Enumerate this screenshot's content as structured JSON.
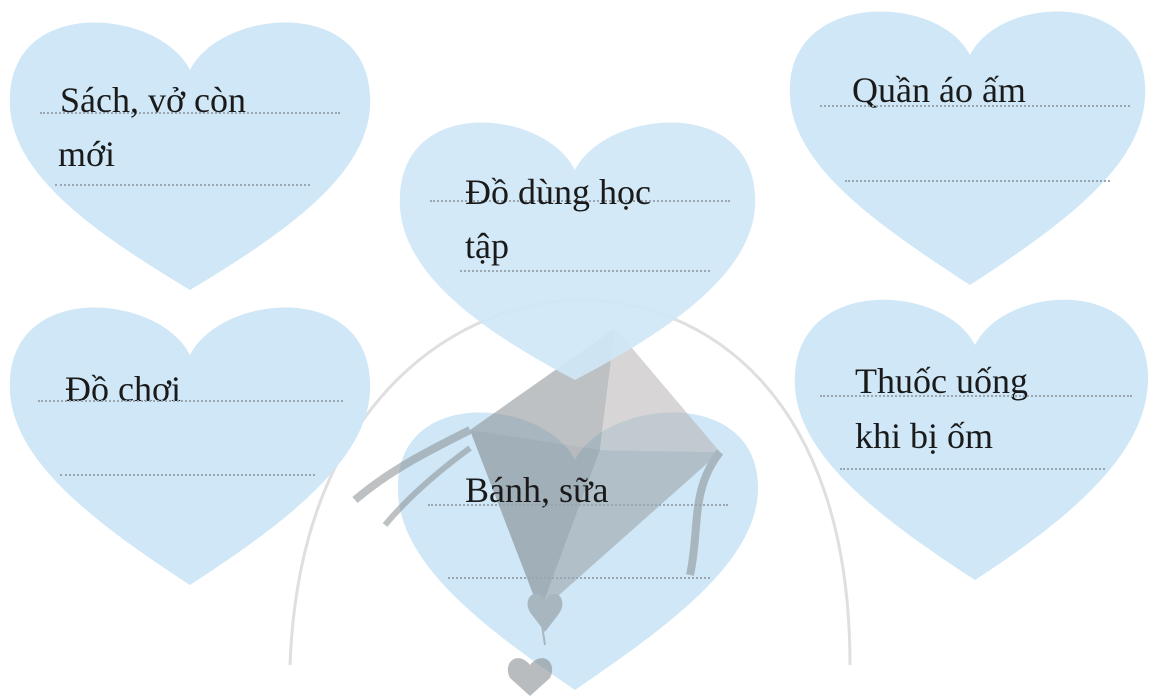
{
  "colors": {
    "heart_fill": "#cfe7f6",
    "heart_shadow": "#b9cfdc",
    "text": "#1a1a1a",
    "dotted_line": "#9aa7b0",
    "kite_gray": "#8a8f93",
    "arc": "#c9c9c9"
  },
  "hearts": [
    {
      "id": "sach-vo",
      "lines": [
        "Sách, vở còn",
        "mới"
      ]
    },
    {
      "id": "do-dung",
      "lines": [
        "Đồ dùng học",
        "tập"
      ]
    },
    {
      "id": "quan-ao",
      "lines": [
        "Quần áo ấm"
      ]
    },
    {
      "id": "do-choi",
      "lines": [
        "Đồ chơi"
      ]
    },
    {
      "id": "banh-sua",
      "lines": [
        "Bánh, sữa"
      ]
    },
    {
      "id": "thuoc",
      "lines": [
        "Thuốc uống",
        "khi bị ốm"
      ]
    }
  ],
  "decor": {
    "kite_icon": "kite-icon",
    "heart_tail_icon": "heart-icon"
  }
}
